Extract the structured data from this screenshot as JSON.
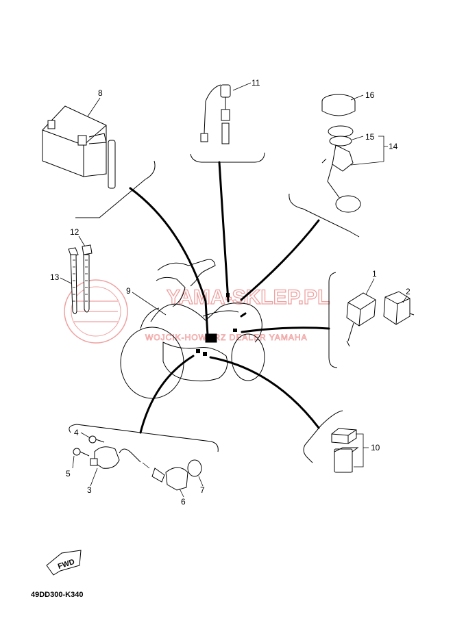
{
  "diagram_code": "49DD300-K340",
  "fwd_label": "FWD",
  "watermark": {
    "brand": "YAMA-SKLEP.PL",
    "tagline": "WOJCIK-HOWORZ  DEALER YAMAHA"
  },
  "callouts": {
    "p1": "1",
    "p2": "2",
    "p3": "3",
    "p4": "4",
    "p5": "5",
    "p6": "6",
    "p7": "7",
    "p8": "8",
    "p9": "9",
    "p10": "10",
    "p11": "11",
    "p12": "12",
    "p13": "13",
    "p14": "14",
    "p15": "15",
    "p16": "16"
  },
  "colors": {
    "line": "#000000",
    "watermark": "#f0a0a0"
  }
}
